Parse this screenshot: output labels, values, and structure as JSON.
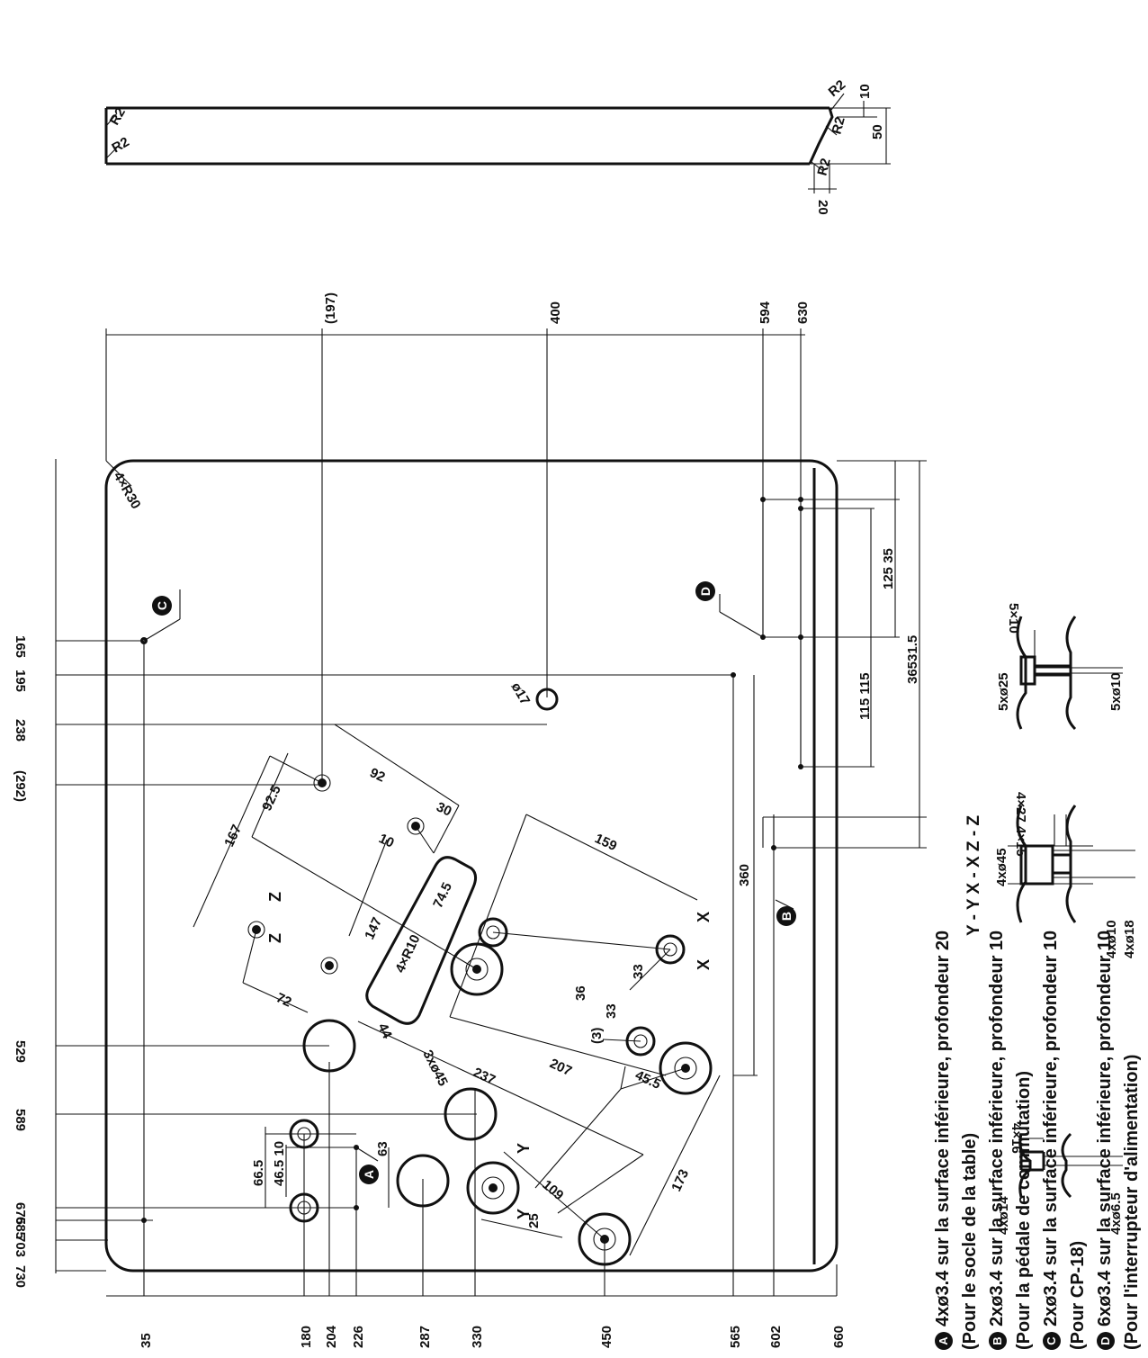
{
  "legend": {
    "a": {
      "badge": "A",
      "text": "4xø3.4 sur la surface inférieure, profondeur 20",
      "note": "(Pour le socle de la table)"
    },
    "b": {
      "badge": "B",
      "text": "2xø3.4 sur la surface inférieure, profondeur 10",
      "note": "(Pour la pédale de commutation)"
    },
    "c": {
      "badge": "C",
      "text": "2xø3.4 sur la surface inférieure, profondeur 10",
      "note": "(Pour CP-18)"
    },
    "d": {
      "badge": "D",
      "text": "6xø3.4 sur la surface inférieure, profondeur 10",
      "note": "(Pour l'interrupteur d'alimentation)"
    }
  },
  "bottom_dims": [
    "35",
    "180",
    "204",
    "226",
    "287",
    "330",
    "450",
    "565",
    "602",
    "660"
  ],
  "left_dims": [
    "165",
    "195",
    "238",
    "(292)",
    "529",
    "589",
    "675",
    "685",
    "703",
    "730"
  ],
  "top_dims": [
    "(197)",
    "400",
    "594",
    "630"
  ],
  "right_dims": {
    "d125": "125 35",
    "d365": "36531.5",
    "d115": "115 115",
    "d360": "360"
  },
  "side_view": {
    "r2": "R2",
    "d10": "10",
    "d50": "50",
    "d20": "20"
  },
  "table": {
    "corner": "4×R30",
    "hole17": "ø17",
    "slot_r": "4×R10",
    "holes45": "3xø45"
  },
  "inner_dims": {
    "d167": "167",
    "d92_5": "92.5",
    "d92": "92",
    "d30": "30",
    "d10": "10",
    "d74_5": "74.5",
    "d147": "147",
    "d72": "72",
    "d44": "44",
    "d159": "159",
    "d36": "36",
    "d33a": "33",
    "d33b": "33",
    "d3": "(3)",
    "d207": "207",
    "d45_5": "45.5",
    "d237": "237",
    "d173": "173",
    "d109": "109",
    "d63": "63",
    "d66_5": "66.5",
    "d46_5": "46.5 10",
    "d25": "25"
  },
  "markers": {
    "x": "X",
    "y": "Y",
    "z": "Z"
  },
  "sections": {
    "title": "Y - Y X - X Z - Z",
    "y_top": "4×16",
    "y_mid": "4xø14",
    "y_bot": "4xø6.5",
    "x_top": "4×27 4×15",
    "x_mid": "4xø45",
    "x_bot1": "4xø10",
    "x_bot2": "4xø18",
    "z_top": "5×10",
    "z_mid": "5xø25",
    "z_bot": "5xø10"
  }
}
